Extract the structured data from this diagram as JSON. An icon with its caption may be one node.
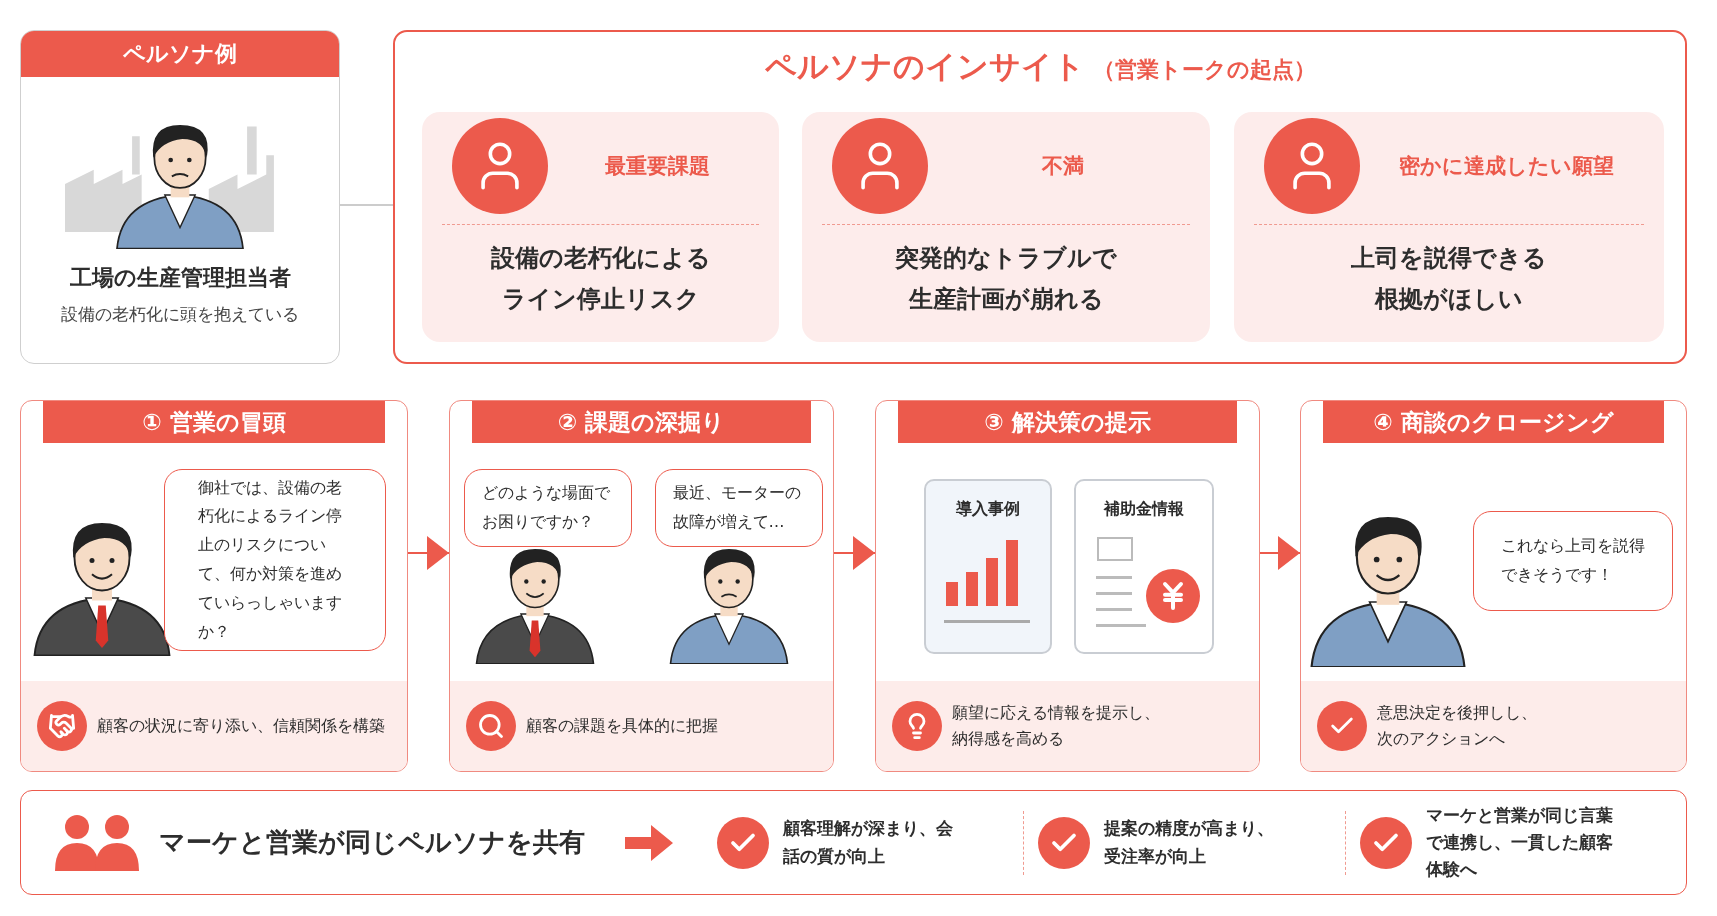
{
  "diagram": {
    "nodes": [
      {
        "text": [
          "ペルソナ例",
          "工場の生産管理担当者",
          "設備の老朽化に頭を抱えている"
        ]
      },
      {
        "text": [
          "ペルソナのインサイト",
          "（営業トークの起点）"
        ]
      },
      {
        "text": [
          "最重要課題",
          "設備の老朽化によるライン停止リスク"
        ],
        "in": 1
      },
      {
        "text": [
          "不満",
          "突発的なトラブルで生産計画が崩れる"
        ],
        "in": 1
      },
      {
        "text": [
          "密かに達成したい願望",
          "上司を説得できる根拠がほしい"
        ],
        "in": 1
      },
      {
        "text": [
          "① 営業の冒頭",
          "顧客の状況に寄り添い、信頼関係を構築"
        ]
      },
      {
        "text": [
          "御社では、設備の老朽化によるライン停止のリスクについて、何か対策を進めていらっしゃいますか？"
        ],
        "in": 5
      },
      {
        "text": [
          "② 課題の深掘り",
          "顧客の課題を具体的に把握"
        ]
      },
      {
        "text": [
          "どのような場面でお困りですか？"
        ],
        "in": 7
      },
      {
        "text": [
          "最近、モーターの故障が増えて…"
        ],
        "in": 7
      },
      {
        "text": [
          "③ 解決策の提示",
          "願望に応える情報を提示し、納得感を高める"
        ]
      },
      {
        "text": [
          "導入事例"
        ],
        "in": 10
      },
      {
        "text": [
          "補助金情報"
        ],
        "in": 10
      },
      {
        "text": [
          "④ 商談のクロージング",
          "意思決定を後押しし、次のアクションへ"
        ]
      },
      {
        "text": [
          "これなら上司を説得できそうです！"
        ],
        "in": 13
      },
      {
        "text": [
          "マーケと営業が同じペルソナを共有",
          "顧客理解が深まり、会話の質が向上",
          "提案の精度が高まり、受注率が向上",
          "マーケと営業が同じ言葉で連携し、一貫した顧客体験へ"
        ]
      }
    ],
    "edges": [
      {
        "from": 0,
        "to": 1,
        "arrow": "none",
        "color": "#cccccc"
      },
      {
        "from": 5,
        "to": 7,
        "arrow": "to"
      },
      {
        "from": 7,
        "to": 10,
        "arrow": "to"
      },
      {
        "from": 10,
        "to": 13,
        "arrow": "to"
      }
    ]
  }
}
